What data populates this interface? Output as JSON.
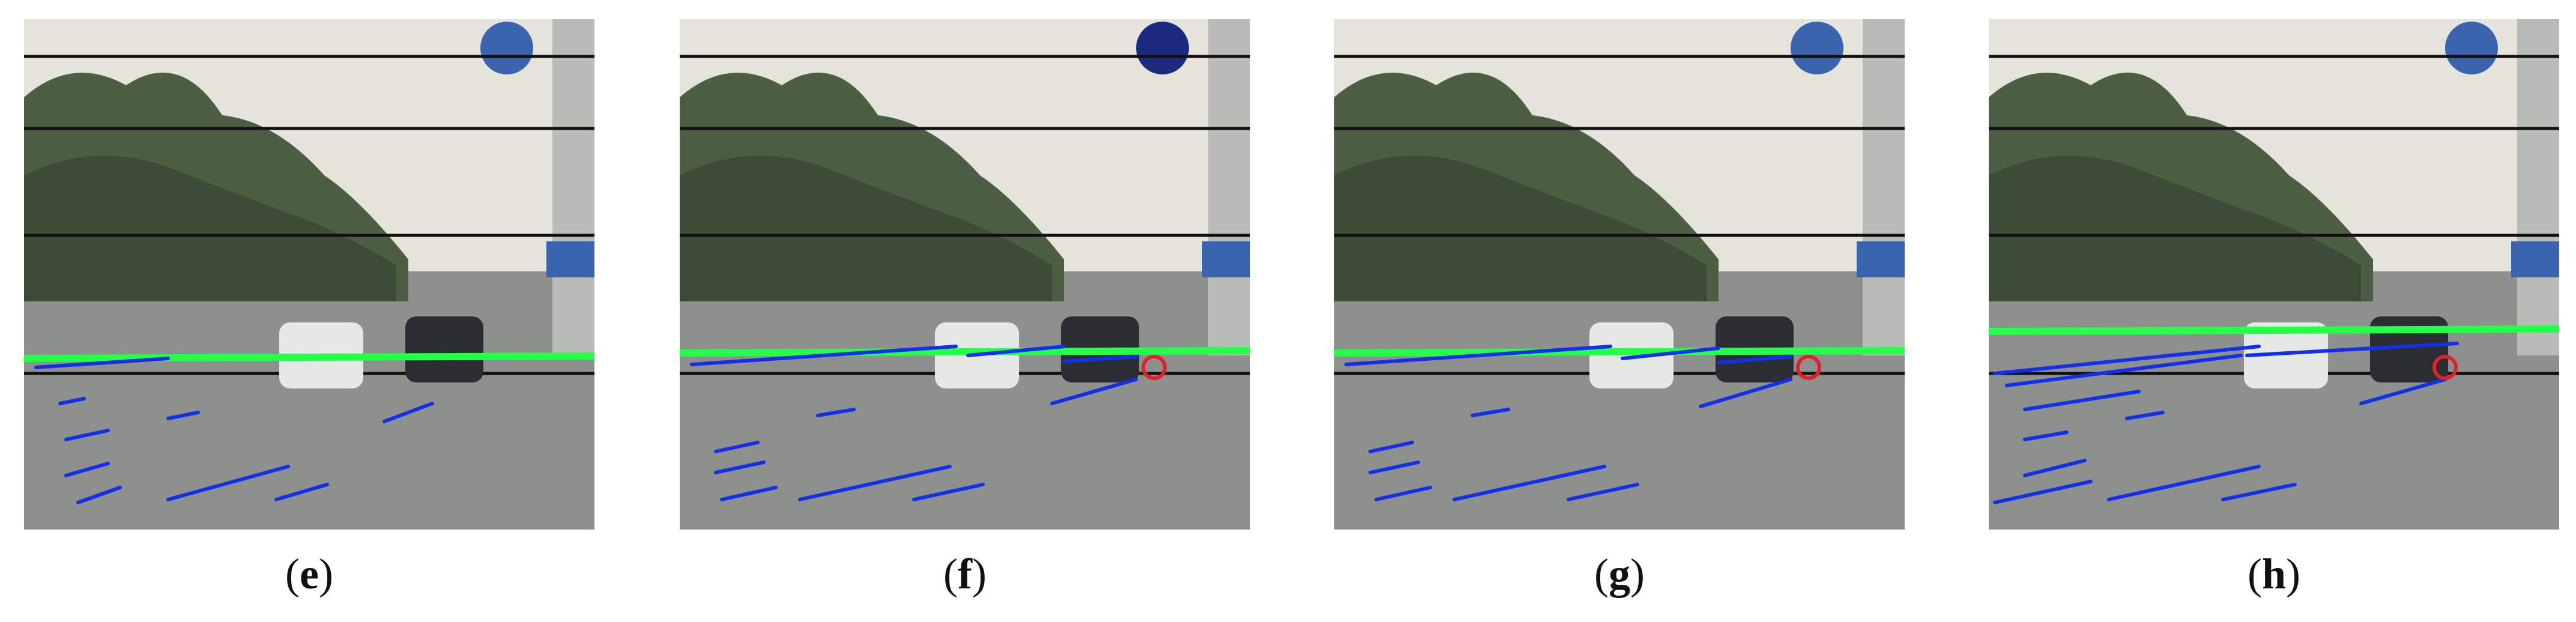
{
  "colors": {
    "sky": "#e4e4dc",
    "road": "#8d908c",
    "trees": "#4c5f43",
    "horizon_line": "#24ff4a",
    "flow_vectors": "#1430e6",
    "reference_lines": "#101010",
    "circle_marker": "#e0202a",
    "sign": "#3a64ad"
  },
  "panels": [
    {
      "id": "e",
      "caption": {
        "open": "(",
        "letter": "e",
        "close": ")"
      },
      "green_line_level": 0.66
    },
    {
      "id": "f",
      "caption": {
        "open": "(",
        "letter": "f",
        "close": ")"
      },
      "green_line_level": 0.65
    },
    {
      "id": "g",
      "caption": {
        "open": "(",
        "letter": "g",
        "close": ")"
      },
      "green_line_level": 0.65
    },
    {
      "id": "h",
      "caption": {
        "open": "(",
        "letter": "h",
        "close": ")"
      },
      "green_line_level": 0.61
    }
  ]
}
